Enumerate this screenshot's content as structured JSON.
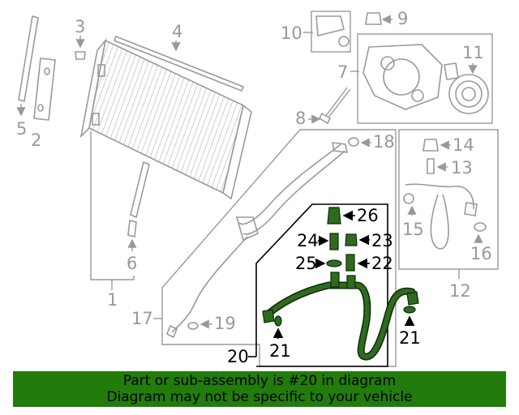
{
  "callouts": {
    "c1": "1",
    "c2": "2",
    "c3": "3",
    "c4": "4",
    "c5": "5",
    "c6": "6",
    "c7": "7",
    "c8": "8",
    "c9": "9",
    "c10": "10",
    "c11": "11",
    "c12": "12",
    "c13": "13",
    "c14": "14",
    "c15": "15",
    "c16": "16",
    "c17": "17",
    "c18": "18",
    "c19": "19",
    "c20": "20",
    "c21a": "21",
    "c21b": "21",
    "c22": "22",
    "c23": "23",
    "c24": "24",
    "c25": "25",
    "c26": "26"
  },
  "banner": {
    "line1": "Part or sub-assembly is #20 in diagram",
    "line2": "Diagram may not be specific to your vehicle"
  },
  "colors": {
    "highlight_part": "#2e6b1f",
    "banner_bg": "#217c0c",
    "callout_gray": "#999999",
    "callout_black": "#000000"
  }
}
